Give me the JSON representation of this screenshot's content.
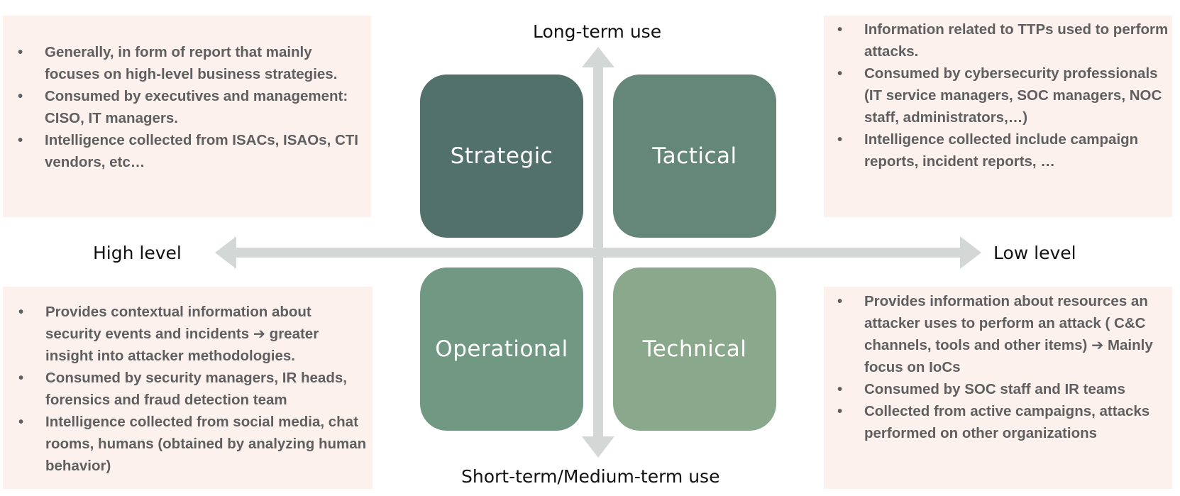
{
  "axes": {
    "top": "Long-term use",
    "bottom": "Short-term/Medium-term use",
    "left": "High level",
    "right": "Low level",
    "color": "#d3d8d6"
  },
  "quadrants": {
    "strategic": {
      "label": "Strategic",
      "color": "#52716a"
    },
    "tactical": {
      "label": "Tactical",
      "color": "#64877a"
    },
    "operational": {
      "label": "Operational",
      "color": "#719883"
    },
    "technical": {
      "label": "Technical",
      "color": "#8aa88c"
    }
  },
  "panels": {
    "background": "#fdf1ee",
    "text_color": "#5f5f5f",
    "strategic": [
      "Generally, in form of report that mainly focuses on high-level business strategies.",
      "Consumed by executives and management: CISO, IT managers.",
      "Intelligence collected from ISACs, ISAOs, CTI vendors, etc…"
    ],
    "tactical": [
      "Information related to TTPs used to perform attacks.",
      "Consumed by cybersecurity professionals (IT service managers, SOC managers, NOC staff, administrators,…)",
      "Intelligence collected include campaign reports, incident reports, …"
    ],
    "operational": [
      "Provides contextual information about security events and incidents ➔ greater insight into attacker methodologies.",
      "Consumed by security managers, IR heads, forensics and fraud detection team",
      "Intelligence collected from social media, chat rooms, humans (obtained by analyzing human behavior)"
    ],
    "technical": [
      "Provides information about resources an attacker uses to perform an attack ( C&C channels, tools and other items) ➔ Mainly focus on IoCs",
      "Consumed by SOC staff and IR teams",
      "Collected from active campaigns, attacks performed on other organizations"
    ]
  }
}
